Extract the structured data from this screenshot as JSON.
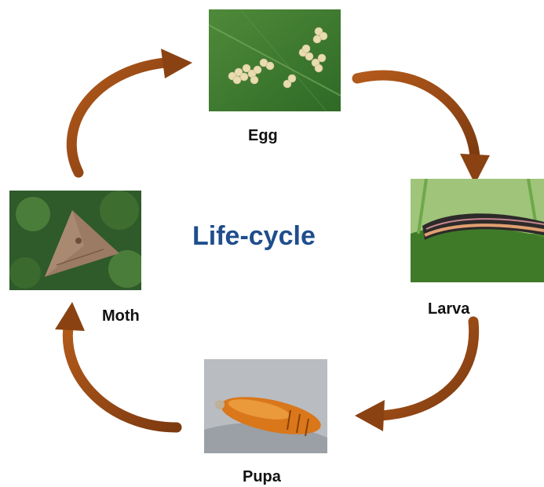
{
  "title": "Life-cycle",
  "title_color": "#1f4e8c",
  "arrow_color": "#9a4a14",
  "stages": [
    {
      "id": "egg",
      "label": "Egg"
    },
    {
      "id": "larva",
      "label": "Larva"
    },
    {
      "id": "pupa",
      "label": "Pupa"
    },
    {
      "id": "moth",
      "label": "Moth"
    }
  ]
}
